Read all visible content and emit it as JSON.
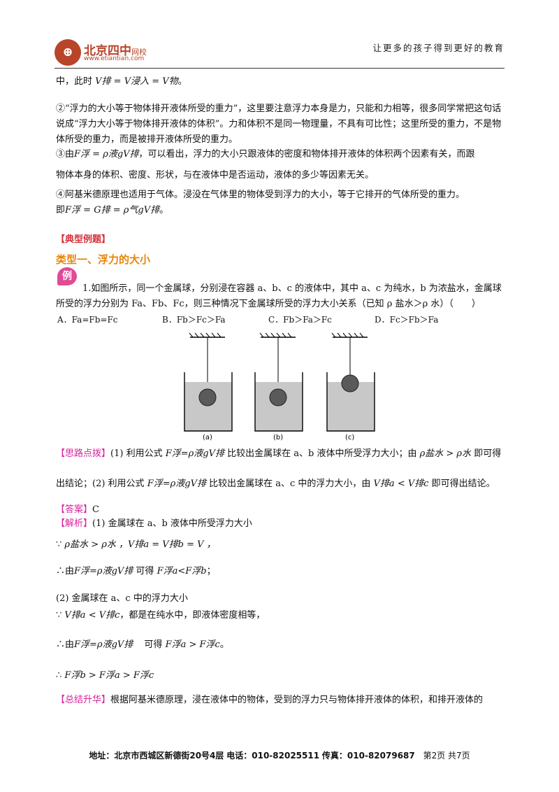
{
  "header": {
    "logo_text": "北京四中",
    "logo_sub": "网校",
    "logo_url": "www.etiantian.com",
    "slogan": "让更多的孩子得到更好的教育"
  },
  "body": {
    "line1_a": "中，此时",
    "line1_formula": "V排 = V浸入 = V物",
    "line1_end": "。",
    "p2": "②“浮力的大小等于物体排开液体所受的重力”，这里要注意浮力本身是力，只能和力相等，很多同学常把这句话说成“浮力大小等于物体排开液体的体积”。力和体积不是同一物理量，不具有可比性；这里所受的重力，不是物体所受的重力，而是被排开液体所受的重力。",
    "p3_a": "③由",
    "p3_formula": "F浮 = ρ液gV排",
    "p3_b": "，可以看出，浮力的大小只跟液体的密度和物体排开液体的体积两个因素有关，而跟",
    "p3_c": "物体本身的体积、密度、形状，与在液体中是否运动，液体的多少等因素无关。",
    "p4": "④阿基米德原理也适用于气体。浸没在气体里的物体受到浮力的大小，等于它排开的气体所受的重力。",
    "p4b_a": "即",
    "p4b_formula": "F浮 = G排 = ρ气gV排",
    "p4b_end": "。",
    "section": "【典型例题】",
    "type1": "类型一、浮力的大小",
    "example_badge": "例",
    "q1": "1.如图所示，同一个金属球，分别浸在容器 a、b、c 的液体中，其中 a、c 为纯水，b 为浓盐水，金属球所受的浮力分别为 Fa、Fb、Fc，则三种情况下金属球所受的浮力大小关系（已知 ρ 盐水＞ρ 水）（　　）",
    "options": [
      "A．Fa=Fb=Fc",
      "B．Fb＞Fc＞Fa",
      "C．Fb＞Fa＞Fc",
      "D．Fc＞Fb＞Fa"
    ],
    "fig_labels": [
      "(a)",
      "(b)",
      "(c)"
    ],
    "hint_tag": "【思路点拨】",
    "hint1_a": "(1) 利用公式",
    "hint1_formula": "F浮=ρ液gV排",
    "hint1_b": "比较出金属球在 a、b 液体中所受浮力大小；由",
    "hint1_formula2": "ρ盐水 > ρ水",
    "hint1_c": "即可得",
    "hint2_a": "出结论；(2) 利用公式",
    "hint2_formula": "F浮=ρ液gV排",
    "hint2_b": "比较出金属球在 a、c 中的浮力大小，由",
    "hint2_formula2": "V排a < V排c",
    "hint2_c": "即可得出结论。",
    "answer_tag": "【答案】",
    "answer": "C",
    "analysis_tag": "【解析】",
    "analysis1": "(1) 金属球在 a、b 液体中所受浮力大小",
    "since1": "∵",
    "since1_formula": "ρ盐水 > ρ水 ，V排a = V排b = V ，",
    "therefore1_a": "∴由",
    "therefore1_formula": "F浮=ρ液gV排",
    "therefore1_b": "可得",
    "therefore1_formula2": "F浮a<F浮b",
    "therefore1_end": "；",
    "analysis2": "(2) 金属球在 a、c 中的浮力大小",
    "since2": "∵",
    "since2_formula": "V排a < V排c",
    "since2_b": "，都是在纯水中，即液体密度相等，",
    "therefore2_a": "∴由",
    "therefore2_formula": "F浮=ρ液gV排",
    "therefore2_b": "可得",
    "therefore2_formula2": "F浮a > F浮c",
    "therefore2_end": "。",
    "therefore3": "∴",
    "therefore3_formula": "F浮b > F浮a > F浮c",
    "summary_tag": "【总结升华】",
    "summary": "根据阿基米德原理，浸在液体中的物体，受到的浮力只与物体排开液体的体积，和排开液体的"
  },
  "footer": {
    "address_label": "地址：",
    "address": "北京市西城区新德街20号4层",
    "phone_label": "电话：",
    "phone": "010-82025511",
    "fax_label": "传真：",
    "fax": "010-82079687",
    "page": "第2页 共7页"
  }
}
